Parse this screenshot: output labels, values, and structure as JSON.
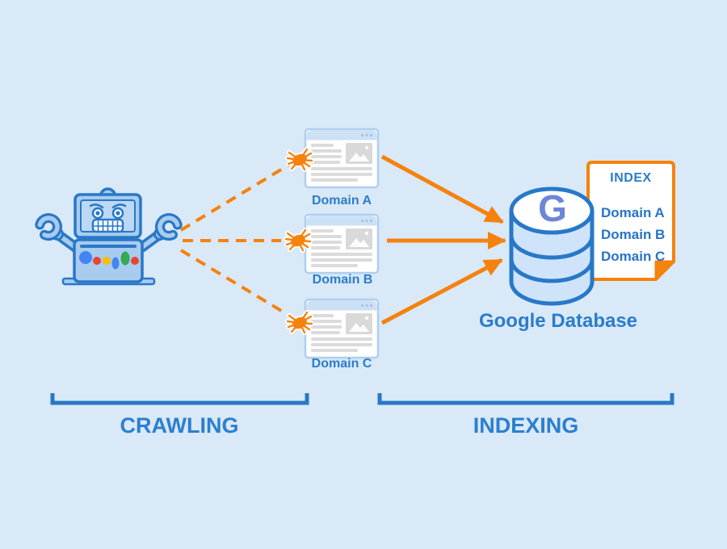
{
  "diagram": {
    "pages": [
      {
        "label": "Domain A"
      },
      {
        "label": "Domain B"
      },
      {
        "label": "Domain C"
      }
    ],
    "database": {
      "letter": "G",
      "label": "Google Database"
    },
    "index_card": {
      "title": "INDEX",
      "entries": [
        {
          "label": "Domain A"
        },
        {
          "label": "Domain B"
        },
        {
          "label": "Domain C"
        }
      ]
    },
    "stages": {
      "crawling": "CRAWLING",
      "indexing": "INDEXING"
    },
    "colors": {
      "background": "#D9E9F8",
      "blue_outline": "#2878C8",
      "text_blue": "#2B7CCA",
      "orange": "#F5820D",
      "g_letter": "#6C86D8"
    }
  }
}
